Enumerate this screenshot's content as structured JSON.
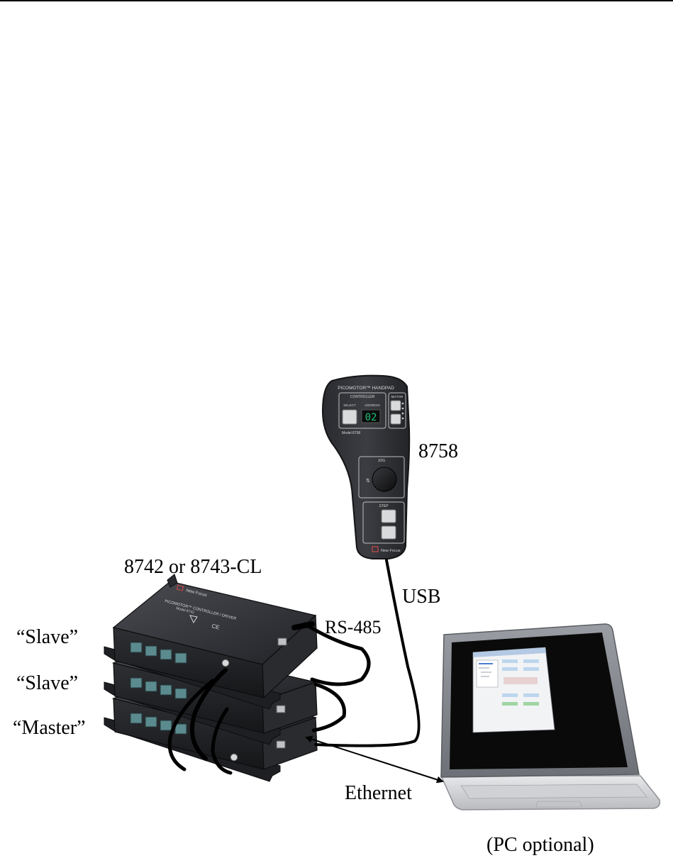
{
  "labels": {
    "handpad_model": "8758",
    "controller_model": "8742 or 8743-CL",
    "usb": "USB",
    "rs485": "RS-485",
    "slave_top": "“Slave”",
    "slave_middle": "“Slave”",
    "master": "“Master”",
    "ethernet": "Ethernet",
    "pc": "(PC optional)"
  },
  "handpad": {
    "title": "PICOMOTOR™ HANDPAD",
    "controller_section": "CONTROLLER",
    "motor_section": "MOTOR",
    "select_label": "SELECT",
    "address_label": "ADDRESS",
    "display_value": "02",
    "model_label": "Model 8758",
    "jog_label": "JOG",
    "step_label": "STEP",
    "brand": "New Focus"
  },
  "controller": {
    "brand": "New Focus",
    "product": "PICOMOTOR™ CONTROLLER / DRIVER",
    "model": "Model 8742",
    "ce_mark": "CE"
  },
  "colors": {
    "device_body": "#2b2d31",
    "port": "#5b8b8f",
    "display": "#1ec07a",
    "cable": "#000000"
  }
}
